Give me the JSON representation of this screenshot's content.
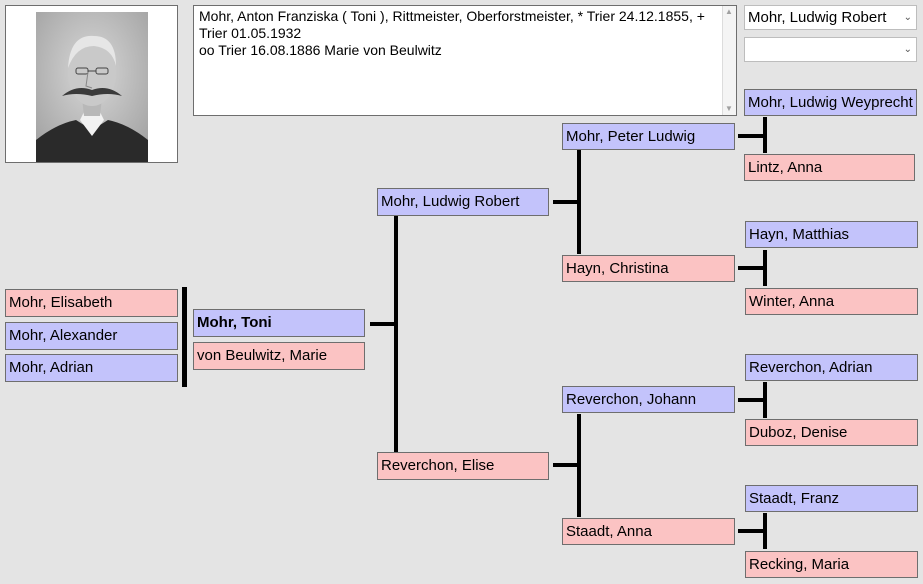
{
  "notes": {
    "text": "Mohr, Anton Franziska ( Toni ), Rittmeister, Oberforstmeister, * Trier 24.12.1855, + Trier 01.05.1932\noo Trier 16.08.1886 Marie von Beulwitz"
  },
  "selectors": {
    "person_selected": "Mohr, Ludwig Robert",
    "second_selected": ""
  },
  "children": [
    "Mohr, Elisabeth",
    "Mohr, Alexander",
    "Mohr, Adrian"
  ],
  "subject": {
    "name": "Mohr, Toni",
    "spouse": "von Beulwitz, Marie"
  },
  "parents": {
    "father": "Mohr, Ludwig Robert",
    "mother": "Reverchon, Elise"
  },
  "grandparents": {
    "paternal_father": "Mohr, Peter Ludwig",
    "paternal_mother": "Hayn, Christina",
    "maternal_father": "Reverchon, Johann",
    "maternal_mother": "Staadt, Anna"
  },
  "great_grandparents": [
    "Mohr, Ludwig Weyprecht",
    "Lintz, Anna",
    "Hayn, Matthias",
    "Winter, Anna",
    "Reverchon, Adrian",
    "Duboz, Denise",
    "Staadt, Franz",
    "Recking, Maria"
  ],
  "colors": {
    "male": "#c3c3fb",
    "female": "#fbc3c3",
    "background": "#e4e4e4"
  }
}
